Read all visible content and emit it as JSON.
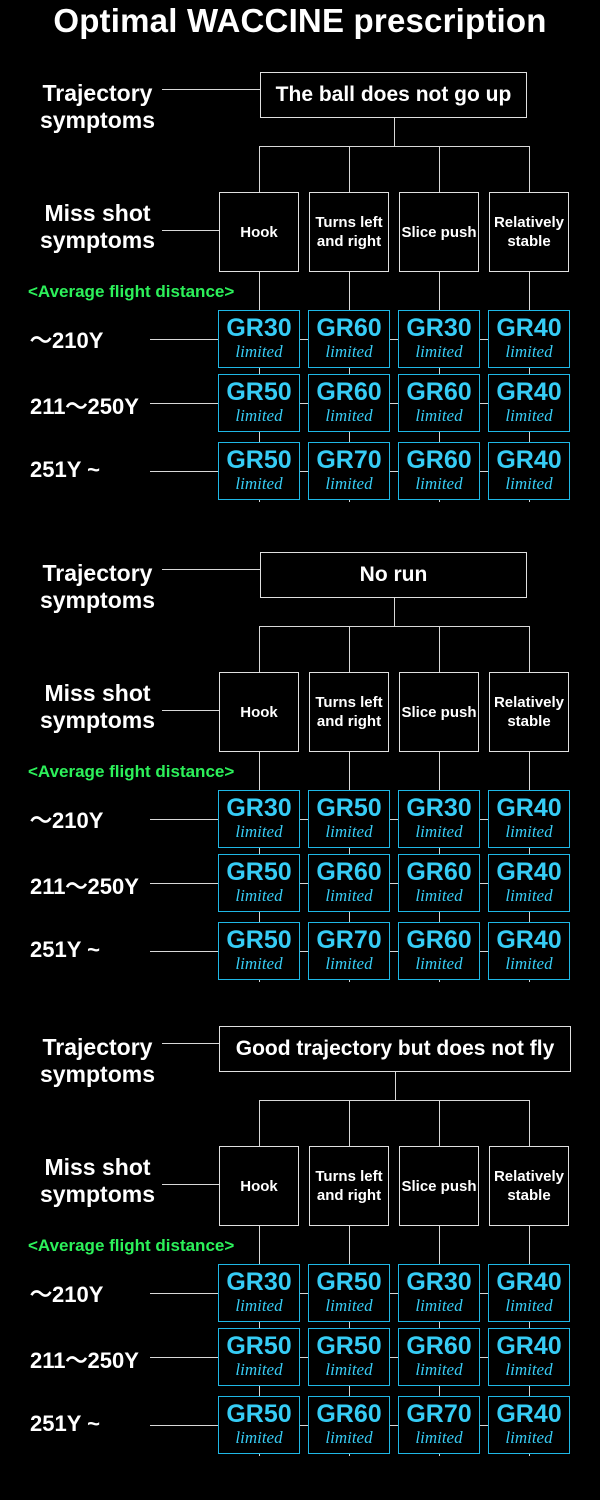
{
  "title": "Optimal WACCINE prescription",
  "labels": {
    "trajectory": "Trajectory symptoms",
    "miss_shot": "Miss shot symptoms",
    "avg_distance": "<Average flight distance>"
  },
  "miss_shots": [
    "Hook",
    "Turns left and right",
    "Slice push",
    "Relatively stable"
  ],
  "distances": [
    "～210Y",
    "211～250Y",
    "251Y ~"
  ],
  "sub_label": "limited",
  "sections": [
    {
      "trajectory": "The ball does not go up",
      "grid": [
        [
          "GR30",
          "GR60",
          "GR30",
          "GR40"
        ],
        [
          "GR50",
          "GR60",
          "GR60",
          "GR40"
        ],
        [
          "GR50",
          "GR70",
          "GR60",
          "GR40"
        ]
      ]
    },
    {
      "trajectory": "No run",
      "grid": [
        [
          "GR30",
          "GR50",
          "GR30",
          "GR40"
        ],
        [
          "GR50",
          "GR60",
          "GR60",
          "GR40"
        ],
        [
          "GR50",
          "GR70",
          "GR60",
          "GR40"
        ]
      ]
    },
    {
      "trajectory": "Good trajectory but does not fly",
      "grid": [
        [
          "GR30",
          "GR50",
          "GR30",
          "GR40"
        ],
        [
          "GR50",
          "GR50",
          "GR60",
          "GR40"
        ],
        [
          "GR50",
          "GR60",
          "GR70",
          "GR40"
        ]
      ]
    }
  ],
  "colors": {
    "background": "#000000",
    "text": "#ffffff",
    "accent_green": "#2cf05a",
    "accent_cyan": "#36ccf5"
  }
}
